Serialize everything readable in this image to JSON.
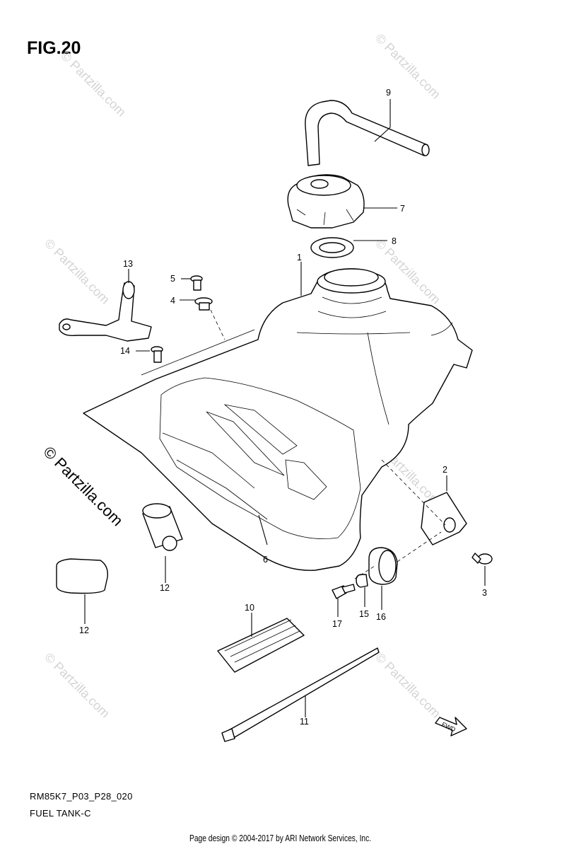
{
  "figure": {
    "title": "FIG.20"
  },
  "callouts": {
    "p1": "1",
    "p2": "2",
    "p3": "3",
    "p4": "4",
    "p5": "5",
    "p6": "6",
    "p7": "7",
    "p8": "8",
    "p9": "9",
    "p10": "10",
    "p11": "11",
    "p12a": "12",
    "p12b": "12",
    "p13": "13",
    "p14": "14",
    "p15": "15",
    "p16": "16",
    "p17": "17"
  },
  "watermark": {
    "text": "© Partzilla.com",
    "large_text": "© Partzilla.com"
  },
  "fwd_arrow": {
    "label": "FWD"
  },
  "footer": {
    "code": "RM85K7_P03_P28_020",
    "name": "FUEL TANK-C",
    "credit": "Page design © 2004-2017 by ARI Network Services, Inc."
  }
}
